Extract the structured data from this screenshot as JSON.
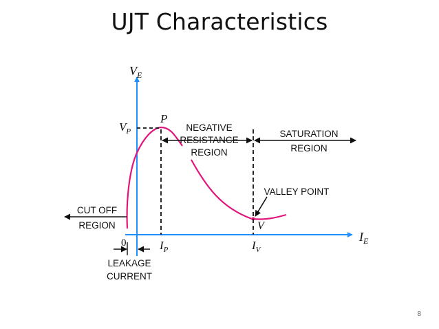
{
  "slide": {
    "title": "UJT Characteristics",
    "page_number": "8"
  },
  "diagram": {
    "colors": {
      "axis": "#1e90ff",
      "curve": "#e2157d",
      "text": "#111111"
    },
    "axes": {
      "y_label_main": "V",
      "y_label_sub": "E",
      "x_label_main": "I",
      "x_label_sub": "E",
      "origin_label": "0"
    },
    "points": {
      "peak_label": "P",
      "valley_label": "V",
      "vp_main": "V",
      "vp_sub": "P",
      "ip_main": "I",
      "ip_sub": "P",
      "iv_main": "I",
      "iv_sub": "V"
    },
    "regions": {
      "negative_resistance": [
        "NEGATIVE",
        "RESISTANCE",
        "REGION"
      ],
      "saturation": [
        "SATURATION",
        "REGION"
      ],
      "cut_off": [
        "CUT OFF",
        "REGION"
      ],
      "valley_point": "VALLEY POINT",
      "leakage_current": [
        "LEAKAGE",
        "CURRENT"
      ]
    }
  }
}
